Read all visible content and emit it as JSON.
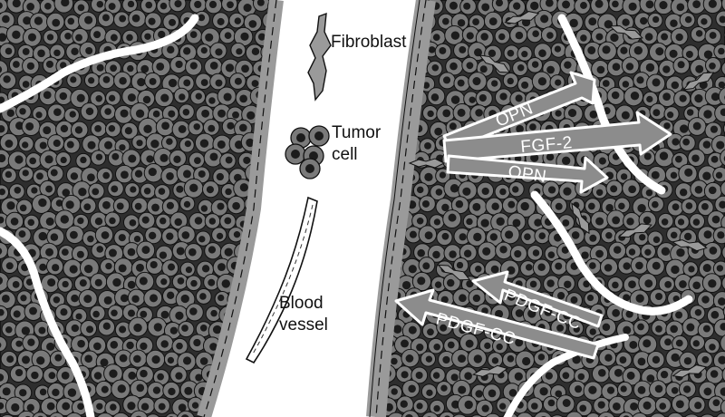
{
  "legend": {
    "fibroblast": "Fibroblast",
    "tumor_cell_line1": "Tumor",
    "tumor_cell_line2": "cell",
    "blood_vessel_line1": "Blood",
    "blood_vessel_line2": "vessel"
  },
  "signals": [
    {
      "id": "opn-top",
      "label": "OPN"
    },
    {
      "id": "fgf2",
      "label": "FGF-2"
    },
    {
      "id": "opn-bottom",
      "label": "OPN"
    },
    {
      "id": "pdgfcc-upper",
      "label": "PDGF-CC"
    },
    {
      "id": "pdgfcc-lower",
      "label": "PDGF-CC"
    }
  ],
  "colors": {
    "cell_fill": "#7a7a7a",
    "cell_nucleus": "#1c1c1c",
    "tissue_background": "#2e2e2e",
    "fibroblast_fill": "#9a9a9a",
    "arrow_fill": "#8c8c8c",
    "arrow_stroke": "#ffffff",
    "vessel_fill": "#ffffff"
  }
}
